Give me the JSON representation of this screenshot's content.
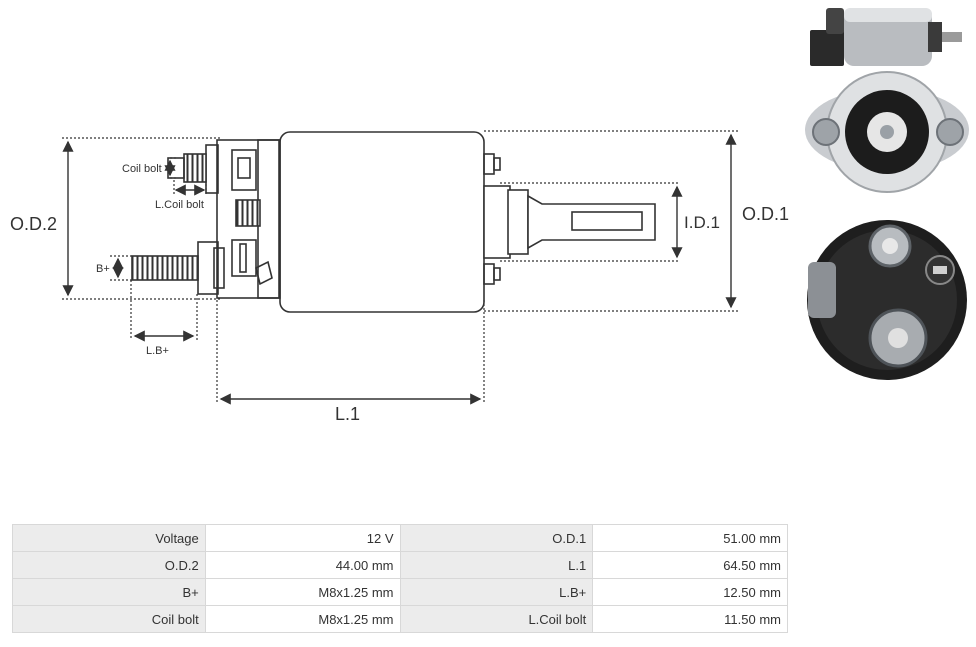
{
  "diagram": {
    "labels": {
      "od2": "O.D.2",
      "od1": "O.D.1",
      "id1": "I.D.1",
      "l1": "L.1",
      "bplus": "B+",
      "lbplus": "L.B+",
      "coil_bolt": "Coil bolt",
      "l_coil_bolt": "L.Coil bolt"
    }
  },
  "specs": {
    "rows": [
      {
        "k1": "Voltage",
        "v1": "12 V",
        "k2": "O.D.1",
        "v2": "51.00 mm"
      },
      {
        "k1": "O.D.2",
        "v1": "44.00 mm",
        "k2": "L.1",
        "v2": "64.50 mm"
      },
      {
        "k1": "B+",
        "v1": "M8x1.25 mm",
        "k2": "L.B+",
        "v2": "12.50 mm"
      },
      {
        "k1": "Coil bolt",
        "v1": "M8x1.25 mm",
        "k2": "L.Coil bolt",
        "v2": "11.50 mm"
      }
    ]
  },
  "colors": {
    "line": "#333333",
    "cell_key_bg": "#ececec",
    "cell_border": "#d8d8d8"
  }
}
